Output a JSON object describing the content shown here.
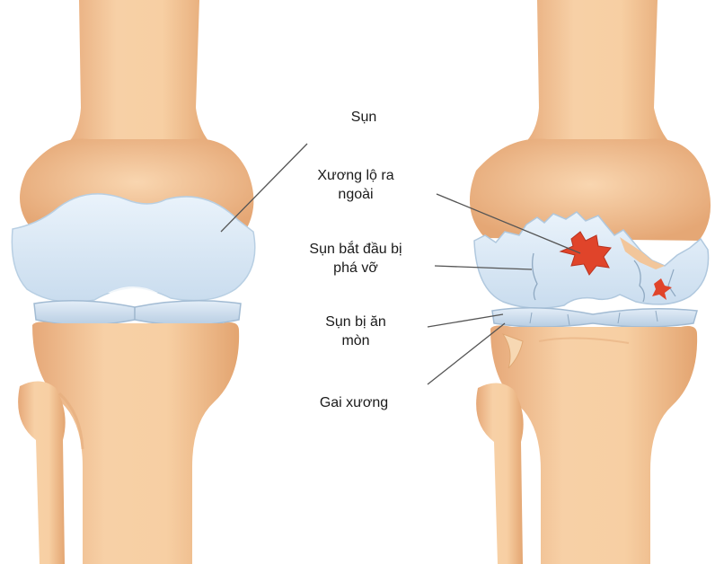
{
  "labels": {
    "cartilage": "Sụn",
    "exposed_bone_line1": "Xương lộ ra",
    "exposed_bone_line2": "ngoài",
    "cartilage_breaking_line1": "Sụn bắt đầu bị",
    "cartilage_breaking_line2": "phá vỡ",
    "cartilage_eroded_line1": "Sụn bị ăn",
    "cartilage_eroded_line2": "mòn",
    "bone_spur": "Gai xương"
  },
  "colors": {
    "bone": "#f5c89a",
    "bone_shadow": "#e0a874",
    "cartilage": "#dbeaf6",
    "cartilage_edge": "#a9c6df",
    "exposed_bone": "#e0442a",
    "leader_line": "#555555"
  }
}
